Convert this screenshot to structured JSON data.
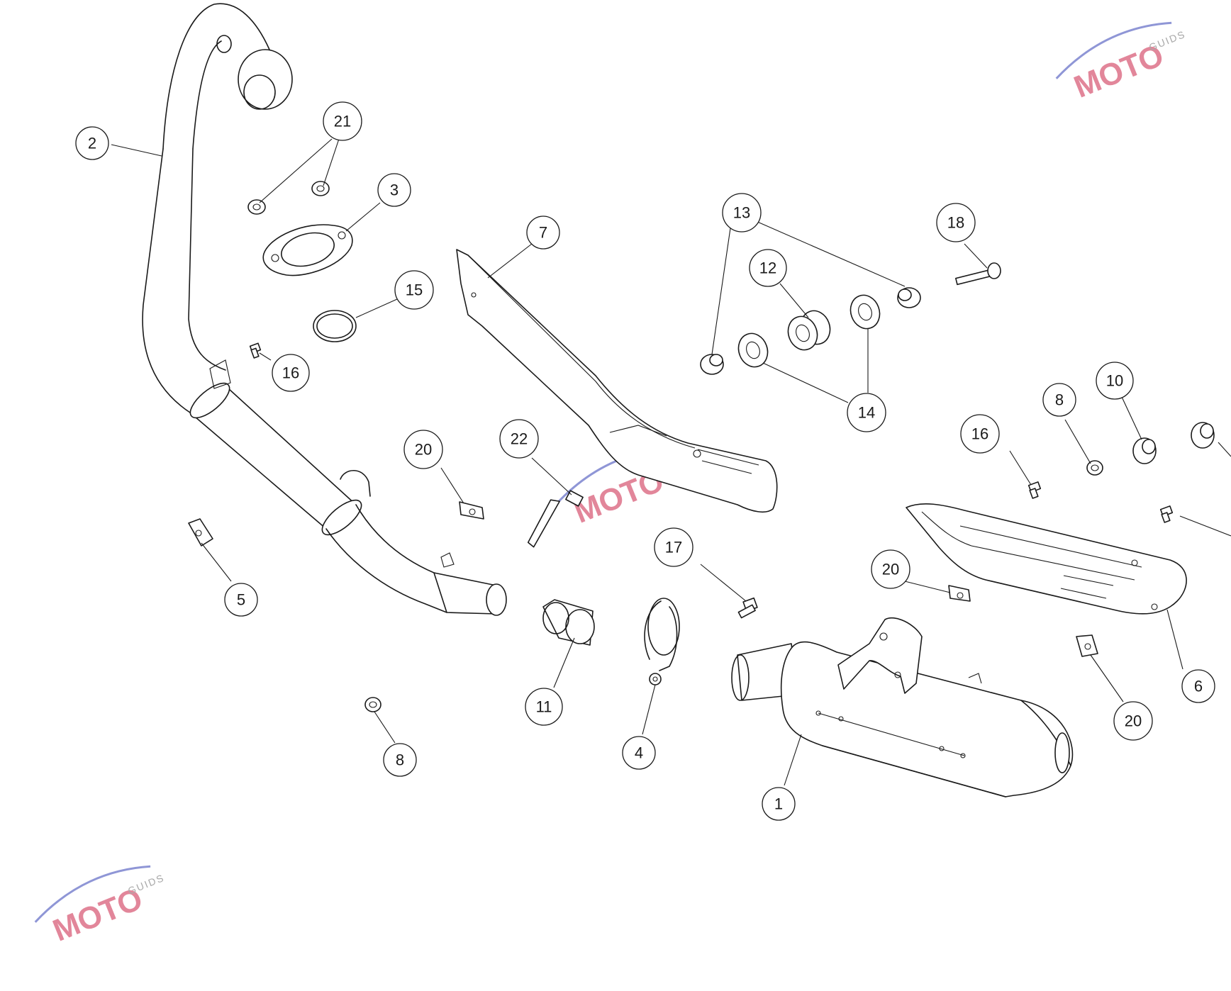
{
  "diagram": {
    "colors": {
      "line": "#1a1a1a",
      "watermark_red": "#e2869a",
      "watermark_blue": "#8f96d6",
      "watermark_gray": "#a9a9a9"
    },
    "callouts": [
      {
        "id": "c1",
        "label": "1"
      },
      {
        "id": "c2",
        "label": "2"
      },
      {
        "id": "c3",
        "label": "3"
      },
      {
        "id": "c4",
        "label": "4"
      },
      {
        "id": "c5",
        "label": "5"
      },
      {
        "id": "c6",
        "label": "6"
      },
      {
        "id": "c7",
        "label": "7"
      },
      {
        "id": "c8a",
        "label": "8"
      },
      {
        "id": "c8b",
        "label": "8"
      },
      {
        "id": "c10",
        "label": "10"
      },
      {
        "id": "c11",
        "label": "11"
      },
      {
        "id": "c12",
        "label": "12"
      },
      {
        "id": "c13",
        "label": "13"
      },
      {
        "id": "c14",
        "label": "14"
      },
      {
        "id": "c15",
        "label": "15"
      },
      {
        "id": "c16a",
        "label": "16"
      },
      {
        "id": "c16b",
        "label": "16"
      },
      {
        "id": "c17",
        "label": "17"
      },
      {
        "id": "c18",
        "label": "18"
      },
      {
        "id": "c20a",
        "label": "20"
      },
      {
        "id": "c20b",
        "label": "20"
      },
      {
        "id": "c20c",
        "label": "20"
      },
      {
        "id": "c21",
        "label": "21"
      },
      {
        "id": "c22",
        "label": "22"
      }
    ]
  },
  "watermark": {
    "word": "MOTO",
    "sub": "GUIDS"
  }
}
